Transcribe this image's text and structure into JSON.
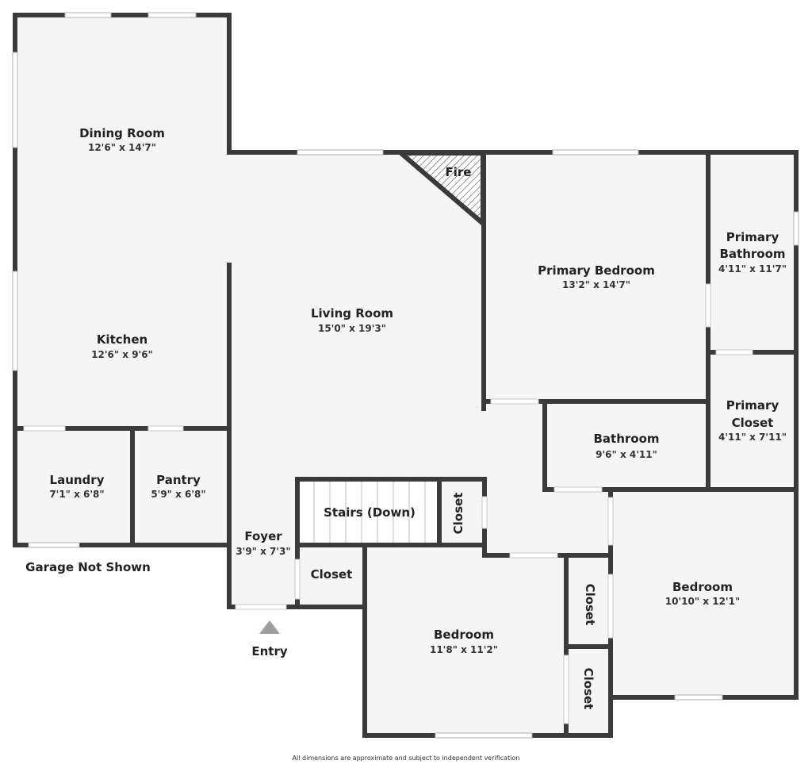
{
  "rooms": {
    "dining": {
      "name": "Dining Room",
      "dims": "12'6\" x 14'7\""
    },
    "kitchen": {
      "name": "Kitchen",
      "dims": "12'6\" x 9'6\""
    },
    "laundry": {
      "name": "Laundry",
      "dims": "7'1\" x 6'8\""
    },
    "pantry": {
      "name": "Pantry",
      "dims": "5'9\" x 6'8\""
    },
    "living": {
      "name": "Living Room",
      "dims": "15'0\" x 19'3\""
    },
    "fire": {
      "name": "Fire"
    },
    "primary_bedroom": {
      "name": "Primary Bedroom",
      "dims": "13'2\" x 14'7\""
    },
    "primary_bathroom": {
      "name_line1": "Primary",
      "name_line2": "Bathroom",
      "dims": "4'11\" x 11'7\""
    },
    "primary_closet": {
      "name_line1": "Primary",
      "name_line2": "Closet",
      "dims": "4'11\" x 7'11\""
    },
    "bathroom": {
      "name": "Bathroom",
      "dims": "9'6\" x 4'11\""
    },
    "stairs": {
      "name": "Stairs (Down)"
    },
    "closet_stairs": {
      "name": "Closet"
    },
    "foyer": {
      "name": "Foyer",
      "dims": "3'9\" x 7'3\""
    },
    "closet_foyer": {
      "name": "Closet"
    },
    "bedroom_center": {
      "name": "Bedroom",
      "dims": "11'8\" x 11'2\""
    },
    "closet_mid_upper": {
      "name": "Closet"
    },
    "closet_mid_lower": {
      "name": "Closet"
    },
    "bedroom_right": {
      "name": "Bedroom",
      "dims": "10'10\" x 12'1\""
    }
  },
  "labels": {
    "garage": "Garage Not Shown",
    "entry": "Entry",
    "disclaimer": "All dimensions are approximate and subject to independent verification"
  }
}
